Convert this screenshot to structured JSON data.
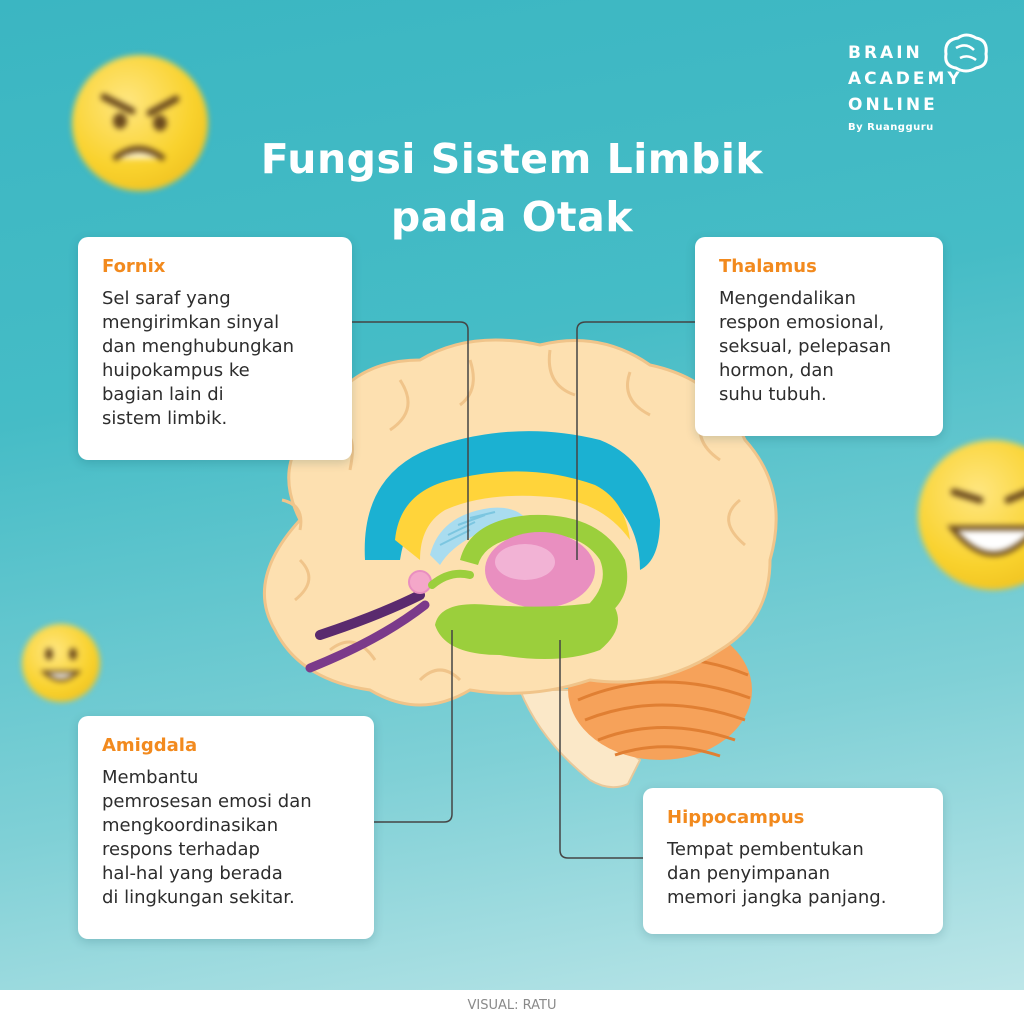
{
  "title": {
    "line1": "Fungsi Sistem Limbik",
    "line2": "pada Otak"
  },
  "logo": {
    "line1": "BRAIN",
    "line2": "ACADEMY",
    "line3": "ONLINE",
    "sub": "By Ruangguru"
  },
  "cards": {
    "fornix": {
      "heading": "Fornix",
      "text": "Sel saraf yang\nmengirimkan sinyal\ndan menghubungkan\nhuipokampus ke\nbagian lain di\nsistem limbik."
    },
    "thalamus": {
      "heading": "Thalamus",
      "text": "Mengendalikan\nrespon emosional,\nseksual, pelepasan\nhormon, dan\nsuhu tubuh."
    },
    "amigdala": {
      "heading": "Amigdala",
      "text": "Membantu\npemrosesan emosi dan\nmengkoordinasikan\nrespons terhadap\nhal-hal yang berada\ndi lingkungan sekitar."
    },
    "hippocampus": {
      "heading": "Hippocampus",
      "text": "Tempat pembentukan\ndan penyimpanan\nmemori jangka panjang."
    }
  },
  "credit": "VISUAL: RATU",
  "colors": {
    "accent": "#f28a1e",
    "background": "#45bcc6",
    "cortex": "#fde0b0",
    "cingulate": "#1bb1d2",
    "thalamus": "#e98fc0",
    "hippocampus": "#9bcf3c",
    "cerebellum": "#f6a25a",
    "emoji": "#f9d22d"
  },
  "icons": [
    "angry-emoji-icon",
    "laughing-emoji-icon",
    "smile-emoji-icon",
    "brain-logo-icon"
  ]
}
